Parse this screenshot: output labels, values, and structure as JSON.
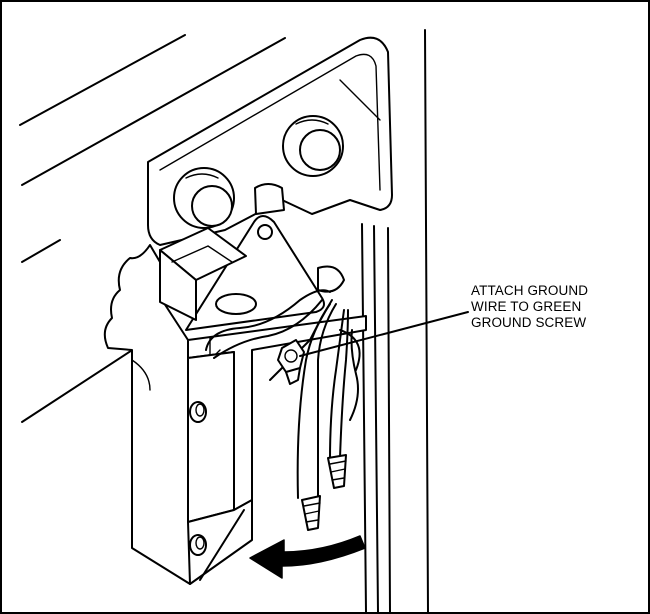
{
  "callout": {
    "lines": [
      "ATTACH GROUND",
      "WIRE TO GREEN",
      "GROUND SCREW"
    ]
  },
  "icons": {
    "arrow": "curved-arrow-icon",
    "screw": "ground-screw-icon"
  }
}
